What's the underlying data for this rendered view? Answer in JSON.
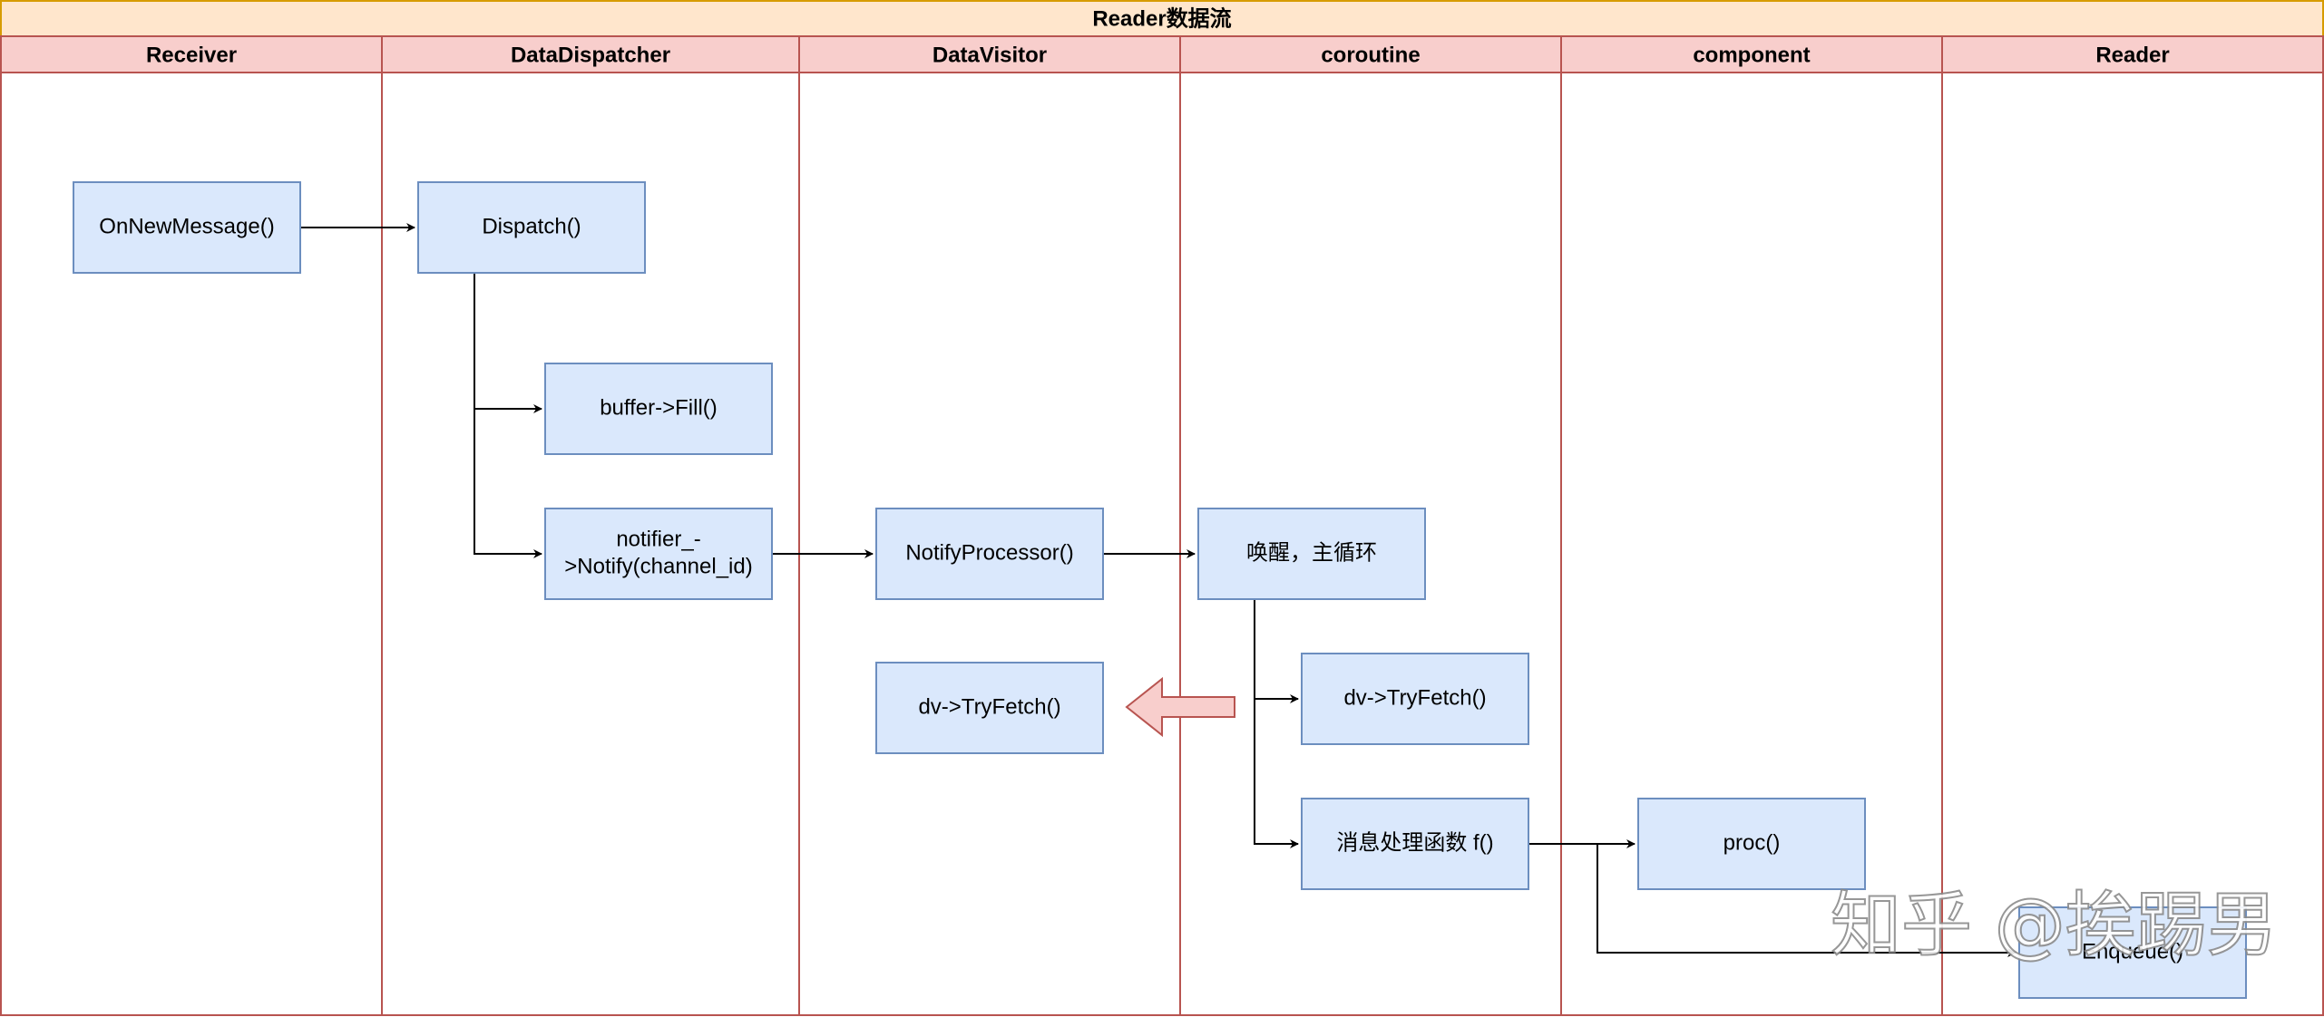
{
  "diagram": {
    "title": "Reader数据流",
    "lanes": [
      {
        "id": "receiver",
        "label": "Receiver"
      },
      {
        "id": "dispatcher",
        "label": "DataDispatcher"
      },
      {
        "id": "visitor",
        "label": "DataVisitor"
      },
      {
        "id": "coroutine",
        "label": "coroutine"
      },
      {
        "id": "component",
        "label": "component"
      },
      {
        "id": "reader",
        "label": "Reader"
      }
    ],
    "nodes": [
      {
        "id": "on-new-message",
        "lines": [
          "OnNewMessage()"
        ]
      },
      {
        "id": "dispatch",
        "lines": [
          "Dispatch()"
        ]
      },
      {
        "id": "buffer-fill",
        "lines": [
          "buffer->Fill()"
        ]
      },
      {
        "id": "notifier-notify",
        "lines": [
          "notifier_-",
          ">Notify(channel_id)"
        ]
      },
      {
        "id": "notify-processor",
        "lines": [
          "NotifyProcessor()"
        ]
      },
      {
        "id": "visitor-tryfetch",
        "lines": [
          "dv->TryFetch()"
        ]
      },
      {
        "id": "wakeup-loop",
        "lines": [
          "唤醒，主循环"
        ]
      },
      {
        "id": "coroutine-tryfetch",
        "lines": [
          "dv->TryFetch()"
        ]
      },
      {
        "id": "message-handler",
        "lines": [
          "消息处理函数 f()"
        ]
      },
      {
        "id": "proc",
        "lines": [
          "proc()"
        ]
      },
      {
        "id": "enqueue",
        "lines": [
          "Enqueue()"
        ]
      }
    ],
    "edges": [
      {
        "from": "on-new-message",
        "to": "dispatch"
      },
      {
        "from": "dispatch",
        "to": "buffer-fill"
      },
      {
        "from": "dispatch",
        "to": "notifier-notify"
      },
      {
        "from": "notifier-notify",
        "to": "notify-processor"
      },
      {
        "from": "notify-processor",
        "to": "wakeup-loop"
      },
      {
        "from": "wakeup-loop",
        "to": "coroutine-tryfetch"
      },
      {
        "from": "wakeup-loop",
        "to": "message-handler"
      },
      {
        "from": "message-handler",
        "to": "proc"
      },
      {
        "from": "message-handler",
        "to": "enqueue"
      }
    ],
    "callout_arrow": {
      "from": "coroutine-tryfetch",
      "to": "visitor-tryfetch",
      "direction": "left"
    },
    "watermark": "知乎 @挨踢男",
    "colors": {
      "title_fill": "#ffe6cc",
      "title_stroke": "#d79b00",
      "lane_header_fill": "#f8cecc",
      "lane_stroke": "#b85450",
      "node_fill": "#dae8fc",
      "node_stroke": "#6c8ebf",
      "edge": "#000000",
      "callout_fill": "#f8cecc",
      "callout_stroke": "#b85450"
    }
  }
}
